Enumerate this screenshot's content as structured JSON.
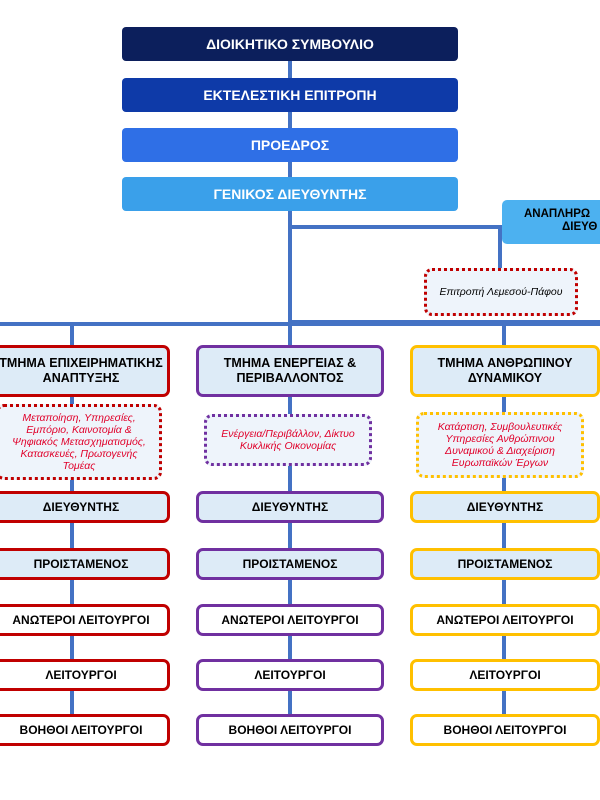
{
  "board": "ΔΙΟΙΚΗΤΙΚΟ ΣΥΜΒΟΥΛΙΟ",
  "executive": "ΕΚΤΕΛΕΣΤΙΚΗ ΕΠΙΤΡΟΠΗ",
  "president": "ΠΡΟΕΔΡΟΣ",
  "general_director": "ΓΕΝΙΚΟΣ ΔΙΕΥΘΥΝΤΗΣ",
  "deputy": {
    "line1": "ΑΝΑΠΛΗΡΩ",
    "line2": "ΔΙΕΥΘ"
  },
  "committee": "Επιτροπή Λεμεσού-Πάφου",
  "departments": [
    {
      "title": "ΤΜΗΜΑ ΕΠΙΧΕΙΡΗΜΑΤΙΚΗΣ ΑΝΑΠΤΥΞΗΣ",
      "description": "Μεταποίηση, Υπηρεσίες, Εμπόριο, Καινοτομία & Ψηφιακός Μετασχηματισμός, Κατασκευές, Πρωτογενής Τομέας",
      "levels": [
        "ΔΙΕΥΘΥΝΤΗΣ",
        "ΠΡΟΙΣΤΑΜΕΝΟΣ",
        "ΑΝΩΤΕΡΟΙ ΛΕΙΤΟΥΡΓΟΙ",
        "ΛΕΙΤΟΥΡΓΟΙ",
        "ΒΟΗΘΟΙ ΛΕΙΤΟΥΡΓΟΙ"
      ]
    },
    {
      "title": "ΤΜΗΜΑ ΕΝΕΡΓΕΙΑΣ & ΠΕΡΙΒΑΛΛΟΝΤΟΣ",
      "description": "Ενέργεια/Περιβάλλον, Δίκτυο Κυκλικής Οικονομίας",
      "levels": [
        "ΔΙΕΥΘΥΝΤΗΣ",
        "ΠΡΟΙΣΤΑΜΕΝΟΣ",
        "ΑΝΩΤΕΡΟΙ ΛΕΙΤΟΥΡΓΟΙ",
        "ΛΕΙΤΟΥΡΓΟΙ",
        "ΒΟΗΘΟΙ ΛΕΙΤΟΥΡΓΟΙ"
      ]
    },
    {
      "title": "ΤΜΗΜΑ ΑΝΘΡΩΠΙΝΟΥ ΔΥΝΑΜΙΚΟΥ",
      "description": "Κατάρτιση, Συμβουλευτικές Υπηρεσίες Ανθρώπινου Δυναμικού & Διαχείριση Ευρωπαϊκών Έργων",
      "levels": [
        "ΔΙΕΥΘΥΝΤΗΣ",
        "ΠΡΟΙΣΤΑΜΕΝΟΣ",
        "ΑΝΩΤΕΡΟΙ ΛΕΙΤΟΥΡΓΟΙ",
        "ΛΕΙΤΟΥΡΓΟΙ",
        "ΒΟΗΘΟΙ ΛΕΙΤΟΥΡΓΟΙ"
      ]
    }
  ],
  "colors": {
    "connector": "#4472c4",
    "board": "#0c1f5c",
    "executive": "#0e3aa8",
    "president": "#2f6fe6",
    "general_director": "#3aa0ea",
    "deputy": "#4cb1f0",
    "committee_border": "#c00000",
    "description_text": "#e0002a",
    "dept_business": "#c00000",
    "dept_energy": "#7030a0",
    "dept_hr": "#ffc000"
  }
}
